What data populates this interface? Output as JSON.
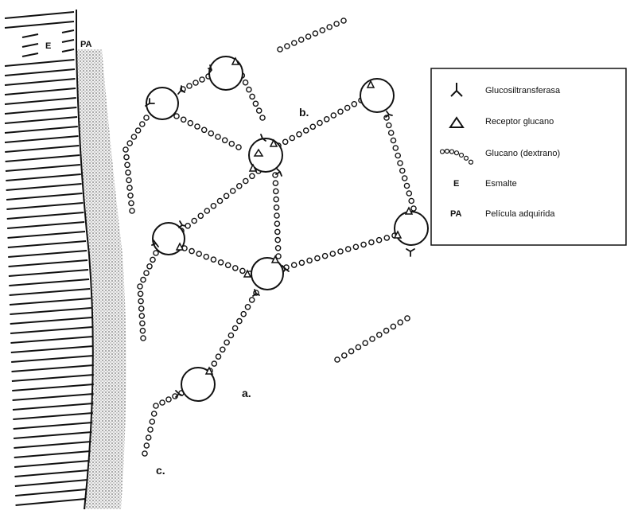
{
  "labels": {
    "enamel_code": "E",
    "pellicle_code": "PA",
    "a": "a.",
    "b": "b.",
    "c": "c."
  },
  "legend": {
    "glucosyltransferase": "Glucosiltransferasa",
    "glucan_receptor": "Receptor glucano",
    "glucan": "Glucano (dextrano)",
    "enamel_code": "E",
    "enamel": "Esmalte",
    "pellicle_code": "PA",
    "pellicle": "Película adquirida"
  }
}
